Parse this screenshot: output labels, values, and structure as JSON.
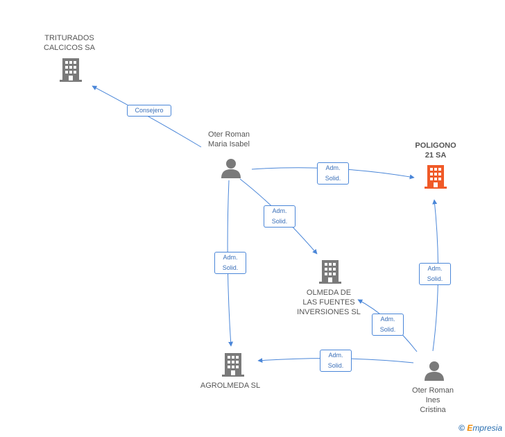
{
  "colors": {
    "edge": "#4a86d8",
    "company_icon": "#7a7a7a",
    "main_company_icon": "#f05a28",
    "person_icon": "#7a7a7a"
  },
  "nodes": {
    "triturados": {
      "label": "TRITURADOS\nCALCICOS SA",
      "icon": "building-icon"
    },
    "poligono": {
      "label": "POLIGONO\n21 SA",
      "icon": "building-icon"
    },
    "olmeda": {
      "label": "OLMEDA DE\nLAS FUENTES\nINVERSIONES SL",
      "icon": "building-icon"
    },
    "agrolmeda": {
      "label": "AGROLMEDA SL",
      "icon": "building-icon"
    },
    "maria": {
      "label": "Oter Roman\nMaria Isabel",
      "icon": "person-icon"
    },
    "ines": {
      "label": "Oter Roman\nInes\nCristina",
      "icon": "person-icon"
    }
  },
  "edges": [
    {
      "from": "maria",
      "to": "triturados",
      "label": "Consejero"
    },
    {
      "from": "maria",
      "to": "poligono",
      "label": "Adm.\nSolid."
    },
    {
      "from": "maria",
      "to": "olmeda",
      "label": "Adm.\nSolid."
    },
    {
      "from": "maria",
      "to": "agrolmeda",
      "label": "Adm.\nSolid."
    },
    {
      "from": "ines",
      "to": "poligono",
      "label": "Adm.\nSolid."
    },
    {
      "from": "ines",
      "to": "olmeda",
      "label": "Adm.\nSolid."
    },
    {
      "from": "ines",
      "to": "agrolmeda",
      "label": "Adm.\nSolid."
    }
  ],
  "footer": {
    "copyright": "©",
    "brand_e": "E",
    "brand_rest": "mpresia"
  }
}
